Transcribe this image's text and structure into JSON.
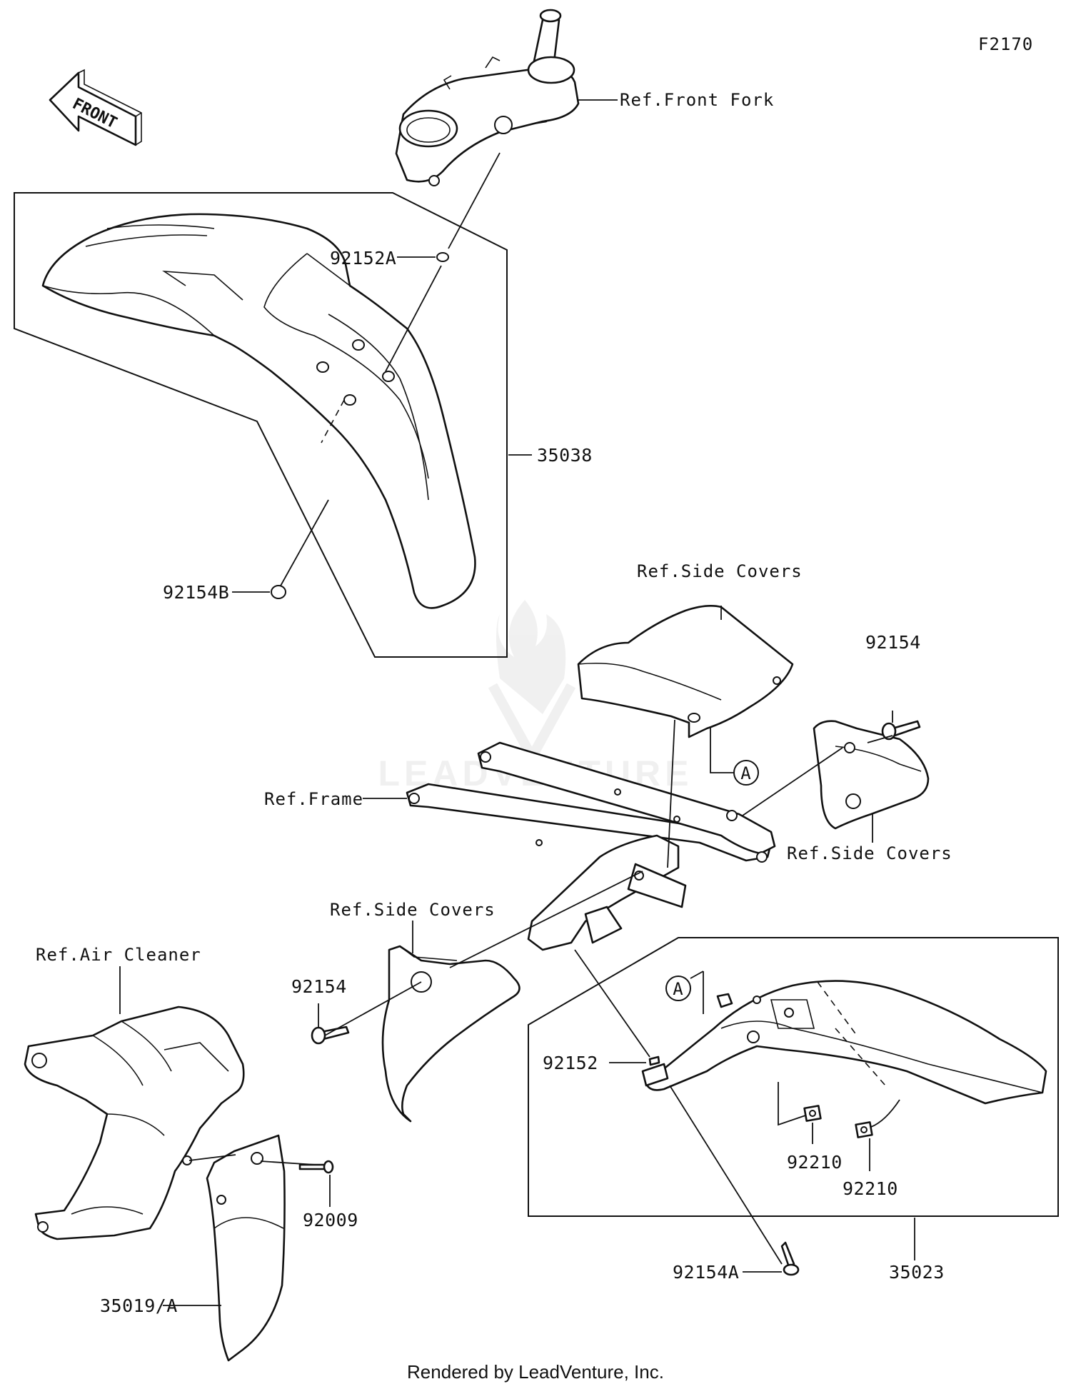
{
  "figure_code": "F2170",
  "front_indicator": "FRONT",
  "references": {
    "front_fork": "Ref.Front Fork",
    "side_covers_top": "Ref.Side Covers",
    "side_covers_right": "Ref.Side Covers",
    "side_covers_left": "Ref.Side Covers",
    "frame": "Ref.Frame",
    "air_cleaner": "Ref.Air Cleaner"
  },
  "callouts": {
    "a_top": "A",
    "a_lower": "A"
  },
  "part_numbers": {
    "p92152A": "92152A",
    "p35038": "35038",
    "p92154B": "92154B",
    "p92154_right": "92154",
    "p92154_left": "92154",
    "p92152": "92152",
    "p92210_a": "92210",
    "p92210_b": "92210",
    "p35023": "35023",
    "p92009": "92009",
    "p92154A": "92154A",
    "p35019A": "35019/A"
  },
  "watermark": "LEADVENTURE",
  "footer": "Rendered by LeadVenture, Inc."
}
